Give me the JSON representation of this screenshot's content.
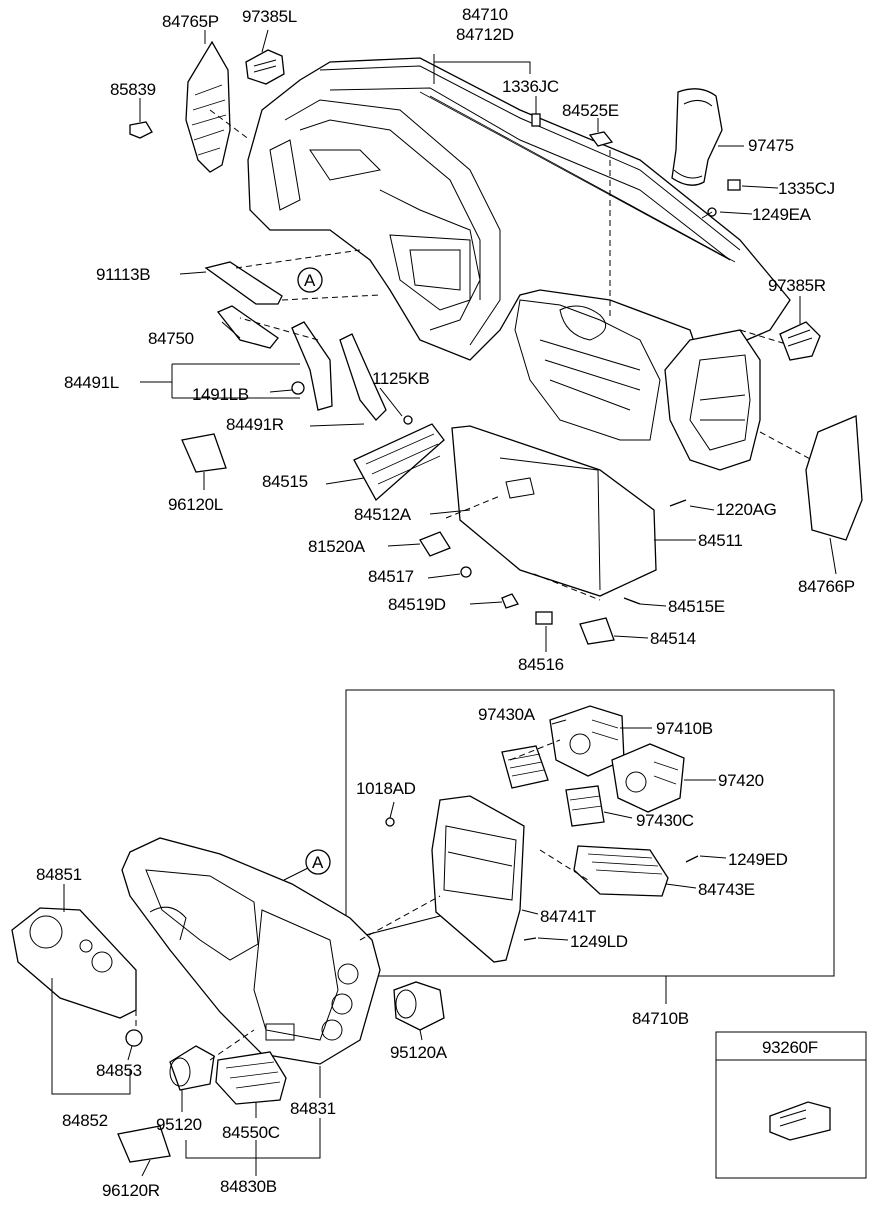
{
  "labels": {
    "p84765P": "84765P",
    "p97385L": "97385L",
    "p84710": "84710",
    "p84712D": "84712D",
    "p85839": "85839",
    "p1336JC": "1336JC",
    "p84525E": "84525E",
    "p97475": "97475",
    "p1335CJ": "1335CJ",
    "p1249EA": "1249EA",
    "p91113B": "91113B",
    "pA1": "A",
    "p97385R": "97385R",
    "p84750": "84750",
    "p84491L": "84491L",
    "p1491LB": "1491LB",
    "p1125KB": "1125KB",
    "p84491R": "84491R",
    "p96120L": "96120L",
    "p84515": "84515",
    "p84512A": "84512A",
    "p1220AG": "1220AG",
    "p84511": "84511",
    "p81520A": "81520A",
    "p84517": "84517",
    "p84766P": "84766P",
    "p84519D": "84519D",
    "p84515E": "84515E",
    "p84514": "84514",
    "p84516": "84516",
    "p97430A": "97430A",
    "p97410B": "97410B",
    "p97420": "97420",
    "p1018AD": "1018AD",
    "p97430C": "97430C",
    "p1249ED": "1249ED",
    "p84743E": "84743E",
    "p84741T": "84741T",
    "p1249LD": "1249LD",
    "p84851": "84851",
    "pA2": "A",
    "p84853": "84853",
    "p95120A": "95120A",
    "p84710B": "84710B",
    "p93260F": "93260F",
    "p84852": "84852",
    "p84831": "84831",
    "p95120": "95120",
    "p84550C": "84550C",
    "p96120R": "96120R",
    "p84830B": "84830B"
  }
}
